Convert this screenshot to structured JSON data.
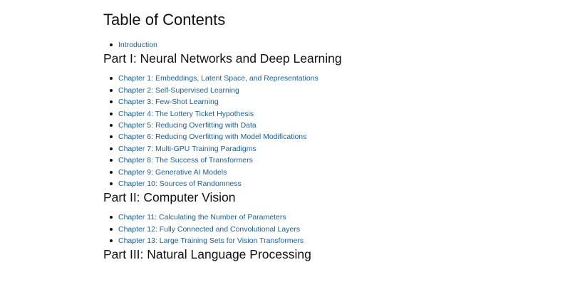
{
  "toc": {
    "title": "Table of Contents",
    "intro_items": [
      {
        "label": "Introduction"
      }
    ],
    "parts": [
      {
        "title": "Part I: Neural Networks and Deep Learning",
        "chapters": [
          {
            "label": "Chapter 1: Embeddings, Latent Space, and Representations"
          },
          {
            "label": "Chapter 2: Self-Supervised Learning"
          },
          {
            "label": "Chapter 3: Few-Shot Learning"
          },
          {
            "label": "Chapter 4: The Lottery Ticket Hypothesis"
          },
          {
            "label": "Chapter 5: Reducing Overfitting with Data"
          },
          {
            "label": "Chapter 6: Reducing Overfitting with Model Modifications"
          },
          {
            "label": "Chapter 7: Multi-GPU Training Paradigms"
          },
          {
            "label": "Chapter 8: The Success of Transformers"
          },
          {
            "label": "Chapter 9: Generative AI Models"
          },
          {
            "label": "Chapter 10: Sources of Randomness"
          }
        ]
      },
      {
        "title": "Part II: Computer Vision",
        "chapters": [
          {
            "label": "Chapter 11: Calculating the Number of Parameters"
          },
          {
            "label": "Chapter 12: Fully Connected and Convolutional Layers"
          },
          {
            "label": "Chapter 13: Large Training Sets for Vision Transformers"
          }
        ]
      },
      {
        "title": "Part III: Natural Language Processing",
        "chapters": []
      }
    ]
  },
  "colors": {
    "link": "#1a5f96",
    "text": "#111111",
    "background": "#ffffff"
  }
}
